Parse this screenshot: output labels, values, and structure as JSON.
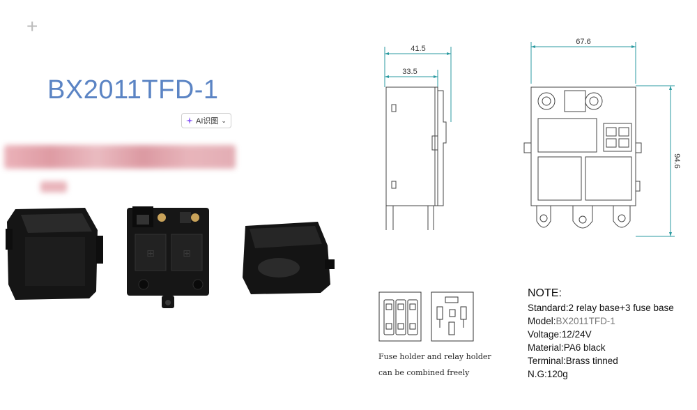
{
  "header": {
    "plus_icon": "plus-icon",
    "title": "BX2011TFD-1",
    "ai_chip_label": "AI识图"
  },
  "drawing": {
    "dim_side_total": "41.5",
    "dim_side_inner": "33.5",
    "dim_top_width": "67.6",
    "dim_height": "94.6"
  },
  "pinout": {
    "caption_line1": "Fuse holder and relay holder",
    "caption_line2": "can be combined freely"
  },
  "notes": {
    "title": "NOTE:",
    "standard_label": "Standard:",
    "standard_value": "2 relay base+3 fuse base",
    "model_label": "Model:",
    "model_value": "BX2011TFD-1",
    "voltage_label": "Voltage:",
    "voltage_value": "12/24V",
    "material_label": "Material:",
    "material_value": "PA6 black",
    "terminal_label": "Terminal:",
    "terminal_value": "Brass tinned",
    "weight_label": "N.G:",
    "weight_value": "120g"
  },
  "colors": {
    "title_blue": "#5b84c4",
    "dimension_teal": "#2a9aa0",
    "blur_pink": "#e0a0a8"
  }
}
